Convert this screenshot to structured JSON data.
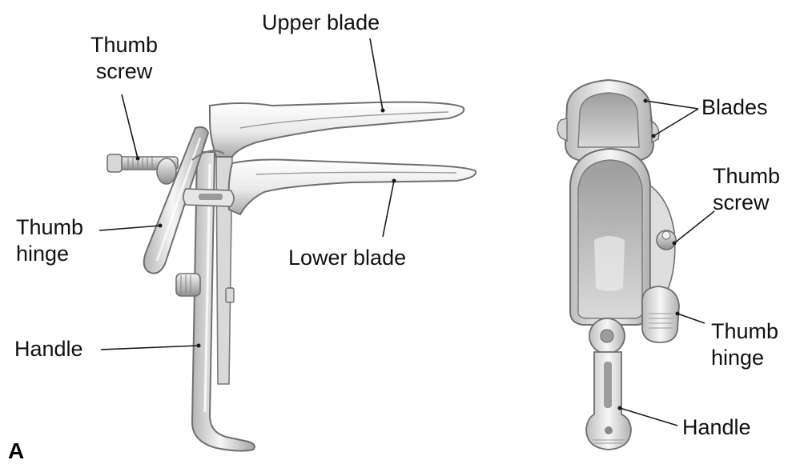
{
  "panel_label": "A",
  "side_view": {
    "labels": {
      "upper_blade": "Upper blade",
      "thumb_screw": [
        "Thumb",
        "screw"
      ],
      "thumb_hinge": [
        "Thumb",
        "hinge"
      ],
      "lower_blade": "Lower blade",
      "handle": "Handle"
    }
  },
  "front_view": {
    "labels": {
      "blades": "Blades",
      "thumb_screw": [
        "Thumb",
        "screw"
      ],
      "thumb_hinge": [
        "Thumb",
        "hinge"
      ],
      "handle": "Handle"
    }
  },
  "colors": {
    "metal_light": "#f2f2f2",
    "metal_mid": "#c9c9c9",
    "metal_dark": "#8e8e8e",
    "outline": "#6f6f6f",
    "label_text": "#111111"
  }
}
